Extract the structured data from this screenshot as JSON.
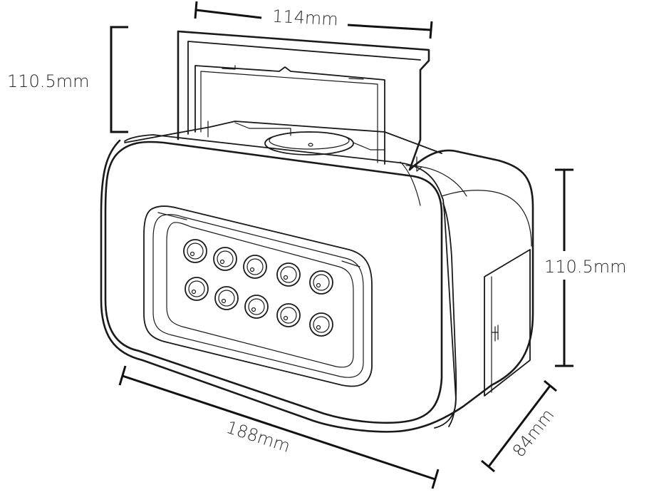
{
  "dimensions": {
    "handle_width": "114mm",
    "handle_height": "110.5mm",
    "body_height": "110.5mm",
    "length": "188mm",
    "depth": "84mm"
  },
  "led_count": 10
}
